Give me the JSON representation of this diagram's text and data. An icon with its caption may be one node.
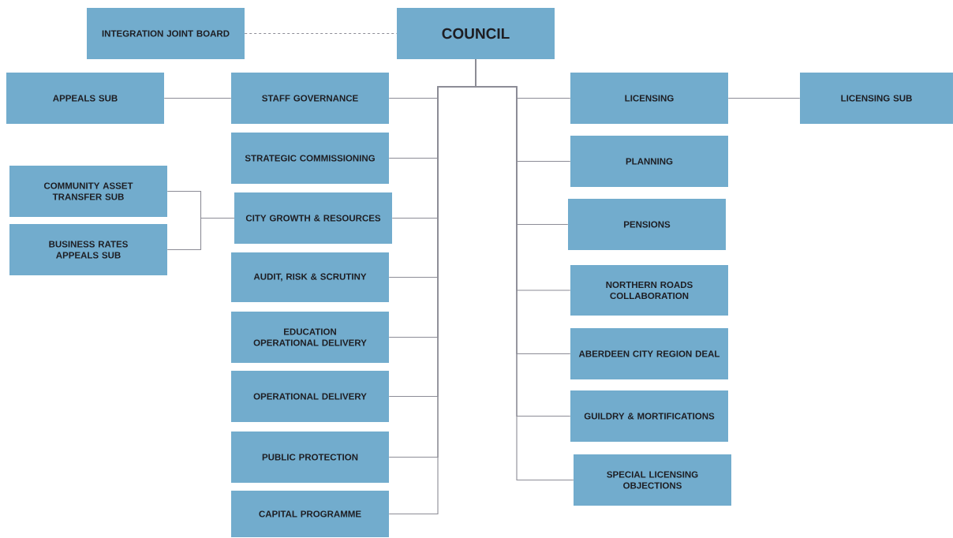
{
  "diagram": {
    "nodes": [
      {
        "text": [
          "INTEGRATION JOINT BOARD"
        ]
      },
      {
        "text": [
          "COUNCIL"
        ]
      },
      {
        "text": [
          "APPEALS SUB"
        ]
      },
      {
        "text": [
          "STAFF GOVERNANCE"
        ]
      },
      {
        "text": [
          "LICENSING"
        ]
      },
      {
        "text": [
          "LICENSING SUB"
        ]
      },
      {
        "text": [
          "STRATEGIC COMMISSIONING"
        ]
      },
      {
        "text": [
          "PLANNING"
        ]
      },
      {
        "text": [
          "COMMUNITY ASSET TRANSFER SUB"
        ]
      },
      {
        "text": [
          "CITY GROWTH & RESOURCES"
        ]
      },
      {
        "text": [
          "PENSIONS"
        ]
      },
      {
        "text": [
          "BUSINESS RATES APPEALS SUB"
        ]
      },
      {
        "text": [
          "AUDIT, RISK & SCRUTINY"
        ]
      },
      {
        "text": [
          "NORTHERN ROADS COLLABORATION"
        ]
      },
      {
        "text": [
          "EDUCATION OPERATIONAL DELIVERY"
        ]
      },
      {
        "text": [
          "ABERDEEN CITY REGION DEAL"
        ]
      },
      {
        "text": [
          "OPERATIONAL DELIVERY"
        ]
      },
      {
        "text": [
          "GUILDRY & MORTIFICATIONS"
        ]
      },
      {
        "text": [
          "PUBLIC PROTECTION"
        ]
      },
      {
        "text": [
          "SPECIAL LICENSING OBJECTIONS"
        ]
      },
      {
        "text": [
          "CAPITAL PROGRAMME"
        ]
      }
    ],
    "edges": [
      {
        "from": 0,
        "to": 1,
        "arrow": "none",
        "style": "dashed"
      },
      {
        "from": 1,
        "to": 3,
        "arrow": "none"
      },
      {
        "from": 1,
        "to": 6,
        "arrow": "none"
      },
      {
        "from": 1,
        "to": 9,
        "arrow": "none"
      },
      {
        "from": 1,
        "to": 12,
        "arrow": "none"
      },
      {
        "from": 1,
        "to": 14,
        "arrow": "none"
      },
      {
        "from": 1,
        "to": 16,
        "arrow": "none"
      },
      {
        "from": 1,
        "to": 18,
        "arrow": "none"
      },
      {
        "from": 1,
        "to": 20,
        "arrow": "none"
      },
      {
        "from": 1,
        "to": 4,
        "arrow": "none"
      },
      {
        "from": 1,
        "to": 7,
        "arrow": "none"
      },
      {
        "from": 1,
        "to": 10,
        "arrow": "none"
      },
      {
        "from": 1,
        "to": 13,
        "arrow": "none"
      },
      {
        "from": 1,
        "to": 15,
        "arrow": "none"
      },
      {
        "from": 1,
        "to": 17,
        "arrow": "none"
      },
      {
        "from": 1,
        "to": 19,
        "arrow": "none"
      },
      {
        "from": 2,
        "to": 3,
        "arrow": "none"
      },
      {
        "from": 4,
        "to": 5,
        "arrow": "none"
      },
      {
        "from": 8,
        "to": 9,
        "arrow": "none"
      },
      {
        "from": 11,
        "to": 9,
        "arrow": "none"
      }
    ]
  }
}
